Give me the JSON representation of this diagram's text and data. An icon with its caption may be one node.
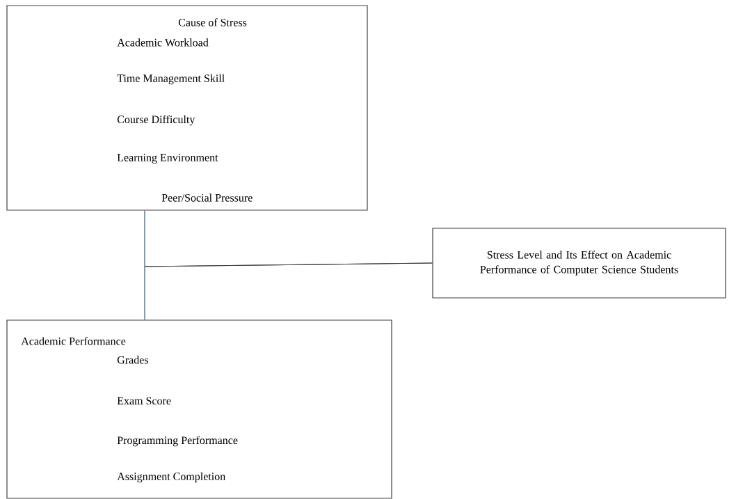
{
  "diagram": {
    "nodes": [
      {
        "text": [
          "Cause of Stress",
          "Academic Workload",
          "Time Management Skill",
          "Course Difficulty",
          "Learning Environment",
          "Peer/Social Pressure"
        ]
      },
      {
        "text": [
          "Stress Level and Its Effect on Academic Performance of Computer Science Students"
        ]
      },
      {
        "text": [
          "Academic Performance",
          "Grades",
          "Exam Score",
          "Programming Performance",
          "Assignment Completion"
        ]
      }
    ],
    "edges": [
      {
        "from": 0,
        "to": 2,
        "arrow": "none",
        "color": "#5b9bd5"
      },
      {
        "from": 1,
        "to": 0,
        "arrow": "none"
      },
      {
        "from": 1,
        "to": 2,
        "arrow": "none"
      }
    ]
  }
}
